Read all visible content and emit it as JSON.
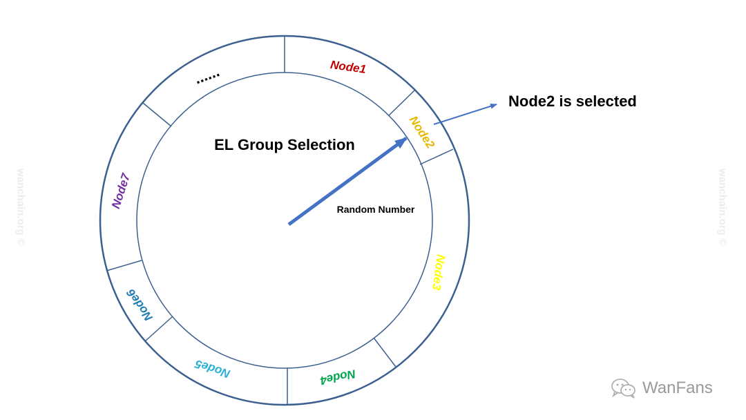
{
  "diagram": {
    "title": "EL Group Selection",
    "pointer_label": "Random Number",
    "callout": "Node2 is selected",
    "ellipsis": "......",
    "nodes": [
      {
        "id": "node1",
        "label": "Node1",
        "color": "#c00000"
      },
      {
        "id": "node2",
        "label": "Node2",
        "color": "#e6b800"
      },
      {
        "id": "node3",
        "label": "Node3",
        "color": "#ffff00"
      },
      {
        "id": "node4",
        "label": "Node4",
        "color": "#00a550"
      },
      {
        "id": "node5",
        "label": "Node5",
        "color": "#2ab0d8"
      },
      {
        "id": "node6",
        "label": "Node6",
        "color": "#1f7bb0"
      },
      {
        "id": "node7",
        "label": "Node7",
        "color": "#7030a0"
      }
    ],
    "ring_color": "#3b5f8f",
    "arrow_color": "#4472c4"
  },
  "watermarks": {
    "side_left": "wanchain.org ©",
    "side_right": "wanchain.org ©",
    "brand": "WanFans"
  }
}
